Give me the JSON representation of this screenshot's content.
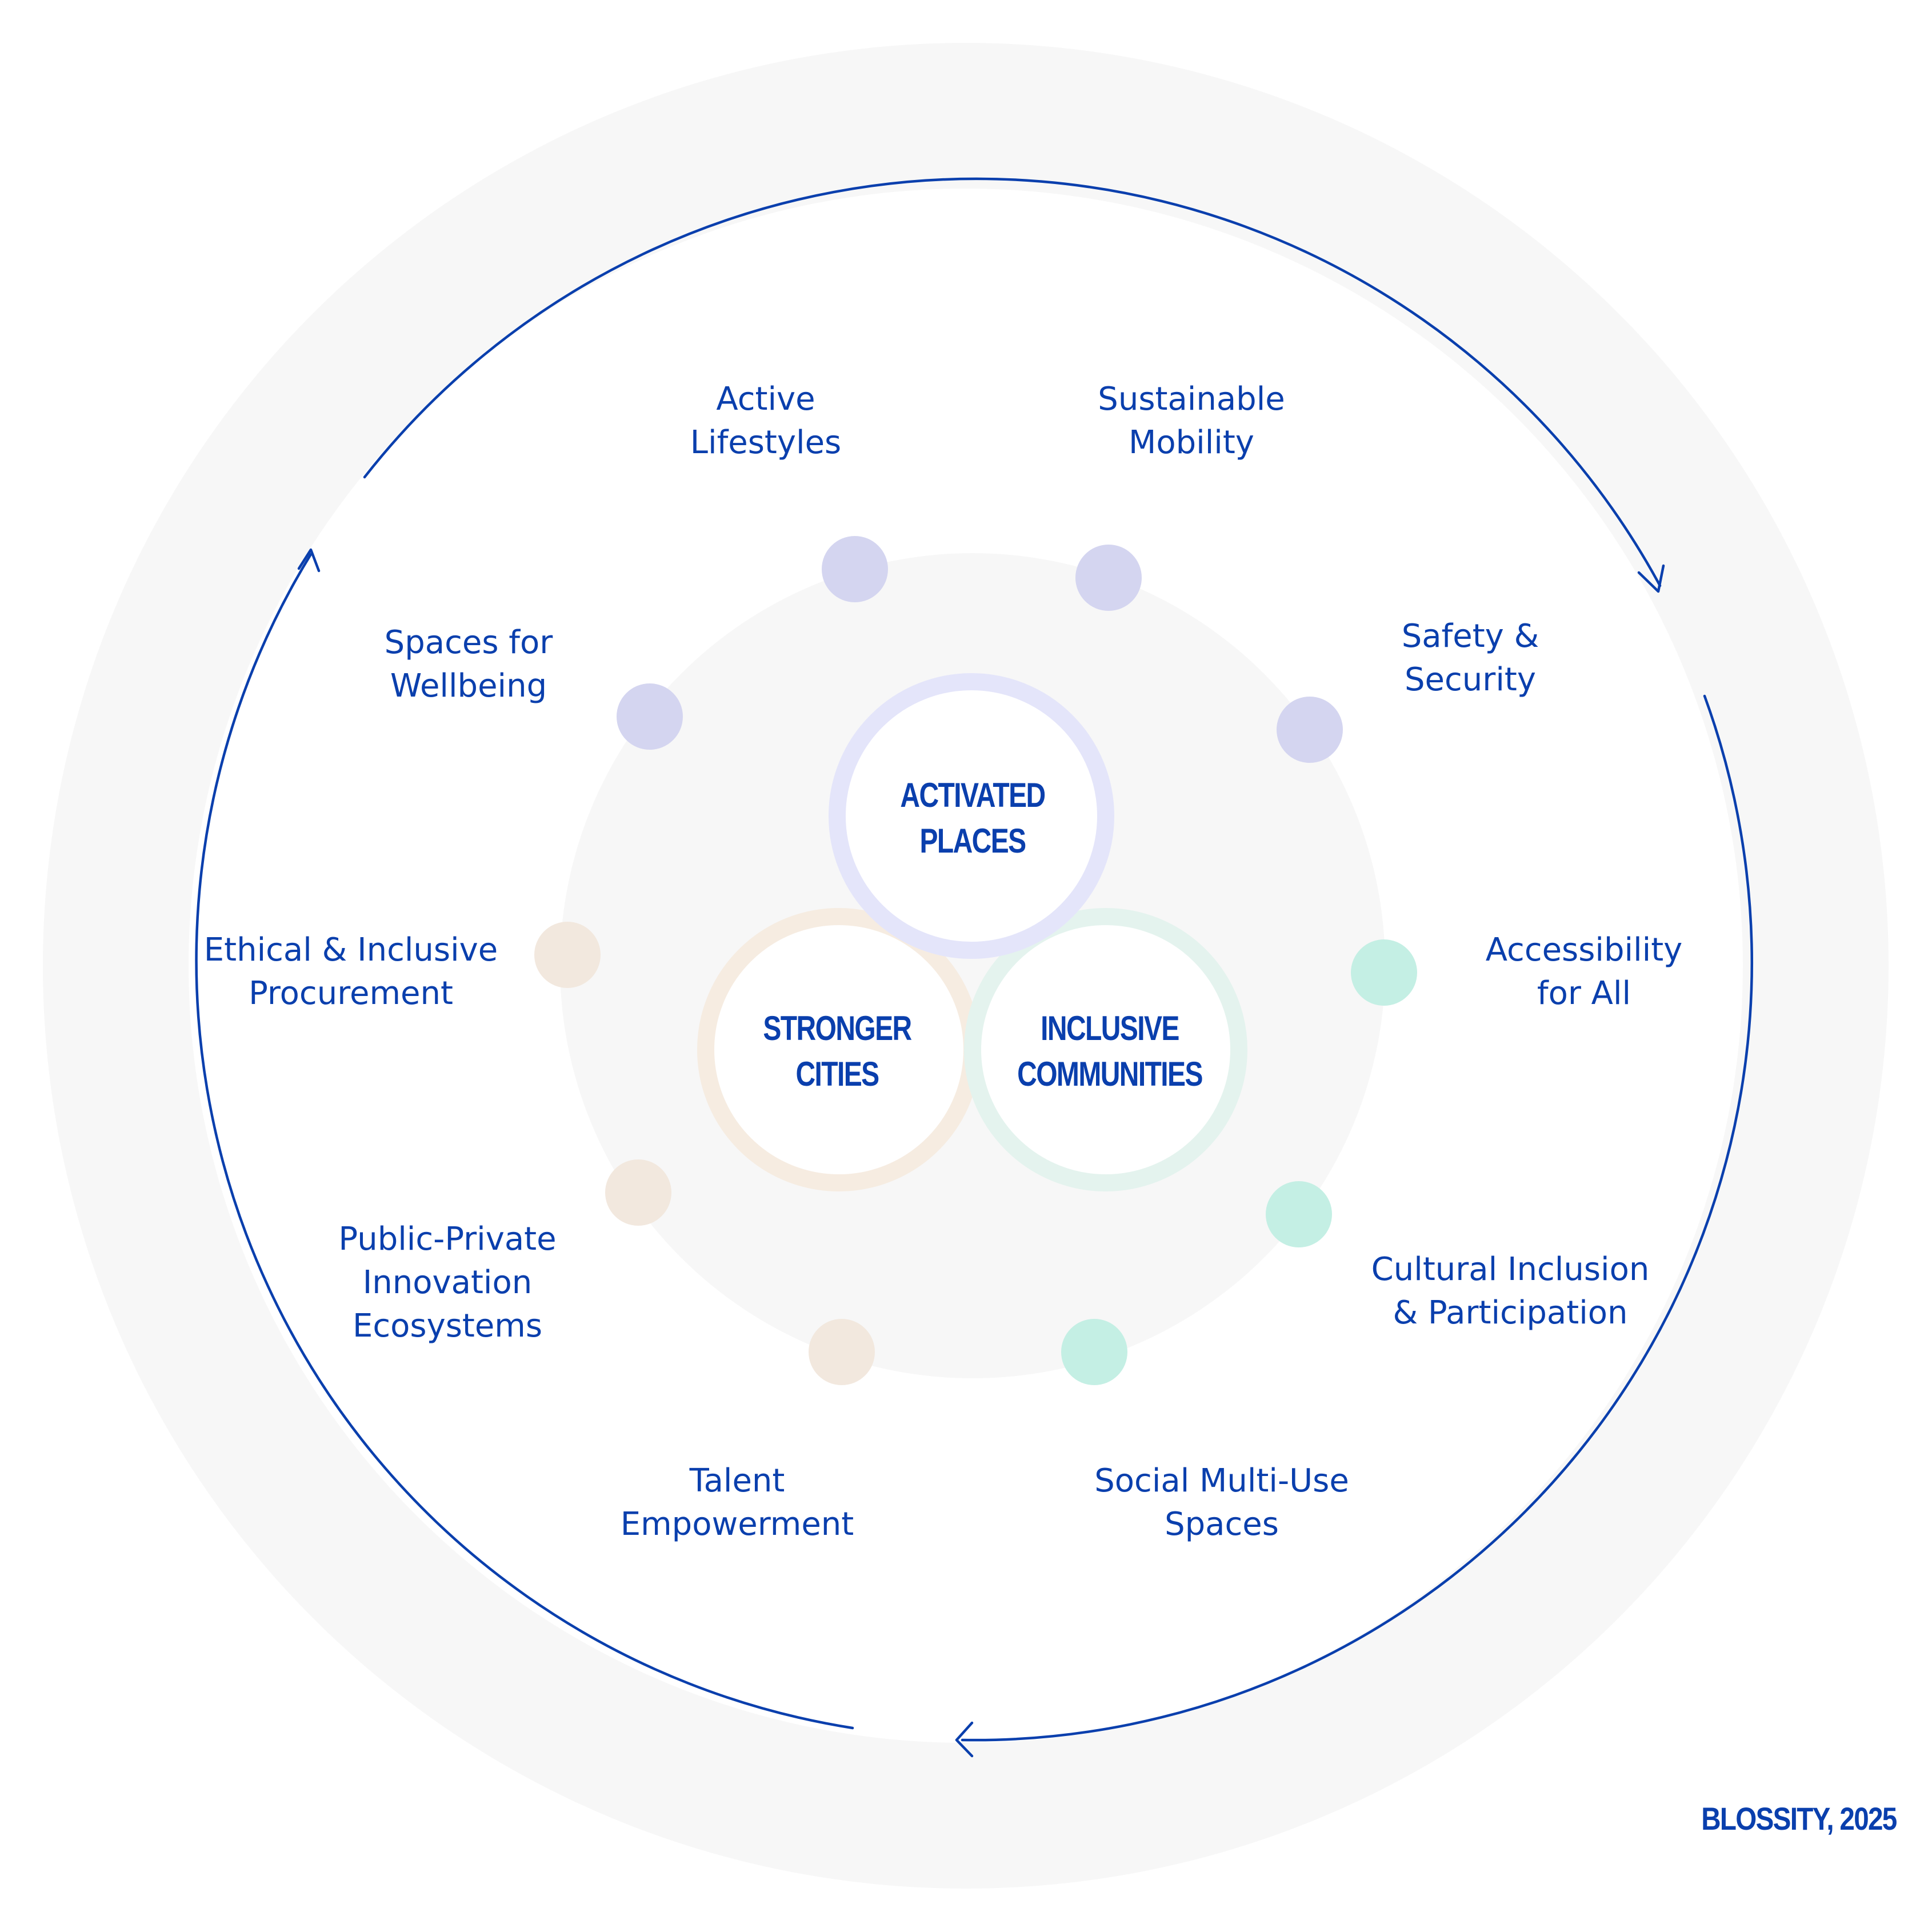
{
  "colors": {
    "text": "#0a3fad",
    "ring_bg": "#f7f7f7",
    "cycle_line": "#0a3fad",
    "purple": "#d4d5f0",
    "green": "#c4efe4",
    "beige": "#f2e8de",
    "core_ring_purple": "#e4e5fa",
    "core_ring_green": "#e4f3ee",
    "core_ring_beige": "#f6ece1"
  },
  "core": {
    "activated": "ACTIVATED\nPLACES",
    "stronger": "STRONGER\nCITIES",
    "inclusive": "INCLUSIVE\nCOMMUNITIES"
  },
  "pillars": {
    "active_lifestyles": "Active\nLifestyles",
    "sustainable_mobility": "Sustainable\nMobility",
    "safety_security": "Safety &\nSecurity",
    "spaces_wellbeing": "Spaces for\nWellbeing",
    "ethical_procurement": "Ethical & Inclusive\nProcurement",
    "accessibility": "Accessibility\nfor All",
    "public_private": "Public-Private\nInnovation\nEcosystems",
    "cultural_inclusion": "Cultural Inclusion\n& Participation",
    "talent": "Talent\nEmpowerment",
    "social_spaces": "Social Multi-Use\nSpaces"
  },
  "credit": "BLOSSITY, 2025"
}
